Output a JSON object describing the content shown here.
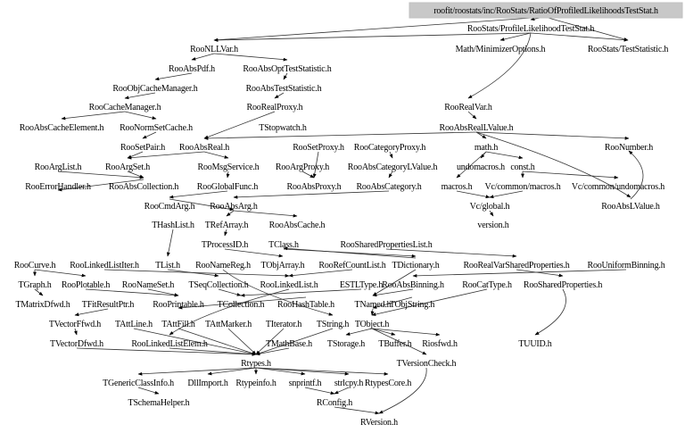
{
  "graph": {
    "root": "roofit/roostats/inc/RooStats/RatioOfProfiledLikelihoodsTestStat.h",
    "nodes": [
      "RooStats/ProfileLikelihoodTestStat.h",
      "Math/MinimizerOptions.h",
      "RooStats/TestStatistic.h",
      "RooNLLVar.h",
      "RooAbsPdf.h",
      "RooAbsOptTestStatistic.h",
      "RooObjCacheManager.h",
      "RooAbsTestStatistic.h",
      "RooCacheManager.h",
      "RooRealProxy.h",
      "RooRealVar.h",
      "RooAbsCacheElement.h",
      "RooNormSetCache.h",
      "TStopwatch.h",
      "RooAbsRealLValue.h",
      "RooSetPair.h",
      "RooAbsReal.h",
      "RooSetProxy.h",
      "RooCategoryProxy.h",
      "math.h",
      "RooNumber.h",
      "RooArgList.h",
      "RooArgSet.h",
      "RooMsgService.h",
      "RooArgProxy.h",
      "RooAbsCategoryLValue.h",
      "undomacros.h",
      "const.h",
      "RooErrorHandler.h",
      "RooAbsCollection.h",
      "RooGlobalFunc.h",
      "RooAbsProxy.h",
      "RooAbsCategory.h",
      "macros.h",
      "Vc/common/macros.h",
      "Vc/common/undomacros.h",
      "RooCmdArg.h",
      "RooAbsArg.h",
      "Vc/global.h",
      "RooAbsLValue.h",
      "THashList.h",
      "TRefArray.h",
      "RooAbsCache.h",
      "version.h",
      "TProcessID.h",
      "TClass.h",
      "RooSharedPropertiesList.h",
      "RooCurve.h",
      "RooLinkedListIter.h",
      "TList.h",
      "RooNameReg.h",
      "TObjArray.h",
      "RooRefCountList.h",
      "TDictionary.h",
      "RooRealVarSharedProperties.h",
      "RooUniformBinning.h",
      "TGraph.h",
      "RooPlotable.h",
      "RooNameSet.h",
      "TSeqCollection.h",
      "RooLinkedList.h",
      "ESTLType.h",
      "RooAbsBinning.h",
      "RooCatType.h",
      "RooSharedProperties.h",
      "TMatrixDfwd.h",
      "TFitResultPtr.h",
      "RooPrintable.h",
      "TCollection.h",
      "RooHashTable.h",
      "TNamed.h",
      "TObjString.h",
      "TVectorFfwd.h",
      "TAttLine.h",
      "TAttFill.h",
      "TAttMarker.h",
      "TIterator.h",
      "TString.h",
      "TObject.h",
      "TVectorDfwd.h",
      "RooLinkedListElem.h",
      "TMathBase.h",
      "TStorage.h",
      "TBuffer.h",
      "Riosfwd.h",
      "TUUID.h",
      "Rtypes.h",
      "TVersionCheck.h",
      "TGenericClassInfo.h",
      "DllImport.h",
      "Rtypeinfo.h",
      "snprintf.h",
      "strlcpy.h",
      "RtypesCore.h",
      "TSchemaHelper.h",
      "RConfig.h",
      "RVersion.h"
    ],
    "edges": [
      [
        -1,
        0
      ],
      [
        -1,
        2
      ],
      [
        -1,
        3
      ],
      [
        0,
        1
      ],
      [
        0,
        2
      ],
      [
        0,
        3
      ],
      [
        0,
        10
      ],
      [
        3,
        4
      ],
      [
        3,
        5
      ],
      [
        4,
        6
      ],
      [
        5,
        7
      ],
      [
        7,
        9
      ],
      [
        6,
        8
      ],
      [
        8,
        11
      ],
      [
        8,
        12
      ],
      [
        10,
        14
      ],
      [
        14,
        19
      ],
      [
        14,
        20
      ],
      [
        14,
        16
      ],
      [
        9,
        16
      ],
      [
        16,
        22
      ],
      [
        16,
        23
      ],
      [
        23,
        30
      ],
      [
        22,
        29
      ],
      [
        21,
        29
      ],
      [
        29,
        28
      ],
      [
        19,
        26
      ],
      [
        19,
        27
      ],
      [
        27,
        34
      ],
      [
        27,
        35
      ],
      [
        19,
        33
      ],
      [
        33,
        38
      ],
      [
        34,
        38
      ],
      [
        38,
        43
      ],
      [
        18,
        25
      ],
      [
        25,
        32
      ],
      [
        32,
        37
      ],
      [
        17,
        31
      ],
      [
        24,
        31
      ],
      [
        12,
        15
      ],
      [
        15,
        22
      ],
      [
        37,
        42
      ],
      [
        37,
        41
      ],
      [
        41,
        44
      ],
      [
        45,
        53
      ],
      [
        44,
        51
      ],
      [
        30,
        36
      ],
      [
        36,
        37
      ],
      [
        46,
        54
      ],
      [
        54,
        64
      ],
      [
        14,
        39
      ],
      [
        39,
        20
      ],
      [
        55,
        62
      ],
      [
        62,
        70
      ],
      [
        40,
        49
      ],
      [
        49,
        59
      ],
      [
        59,
        68
      ],
      [
        58,
        67
      ],
      [
        57,
        67
      ],
      [
        47,
        56
      ],
      [
        47,
        57
      ],
      [
        56,
        65
      ],
      [
        66,
        72
      ],
      [
        72,
        79
      ],
      [
        60,
        80
      ],
      [
        48,
        60
      ],
      [
        52,
        60
      ],
      [
        69,
        67
      ],
      [
        70,
        78
      ],
      [
        71,
        70
      ],
      [
        78,
        84
      ],
      [
        78,
        83
      ],
      [
        78,
        82
      ],
      [
        77,
        86
      ],
      [
        76,
        86
      ],
      [
        73,
        86
      ],
      [
        74,
        86
      ],
      [
        75,
        86
      ],
      [
        81,
        86
      ],
      [
        80,
        86
      ],
      [
        79,
        86
      ],
      [
        86,
        88
      ],
      [
        86,
        89
      ],
      [
        86,
        90
      ],
      [
        86,
        91
      ],
      [
        86,
        92
      ],
      [
        86,
        93
      ],
      [
        88,
        94
      ],
      [
        91,
        95
      ],
      [
        92,
        95
      ],
      [
        95,
        96
      ],
      [
        87,
        96
      ],
      [
        78,
        87
      ],
      [
        63,
        78
      ],
      [
        64,
        85
      ],
      [
        53,
        45
      ],
      [
        61,
        68
      ],
      [
        50,
        77
      ],
      [
        53,
        70
      ]
    ]
  }
}
